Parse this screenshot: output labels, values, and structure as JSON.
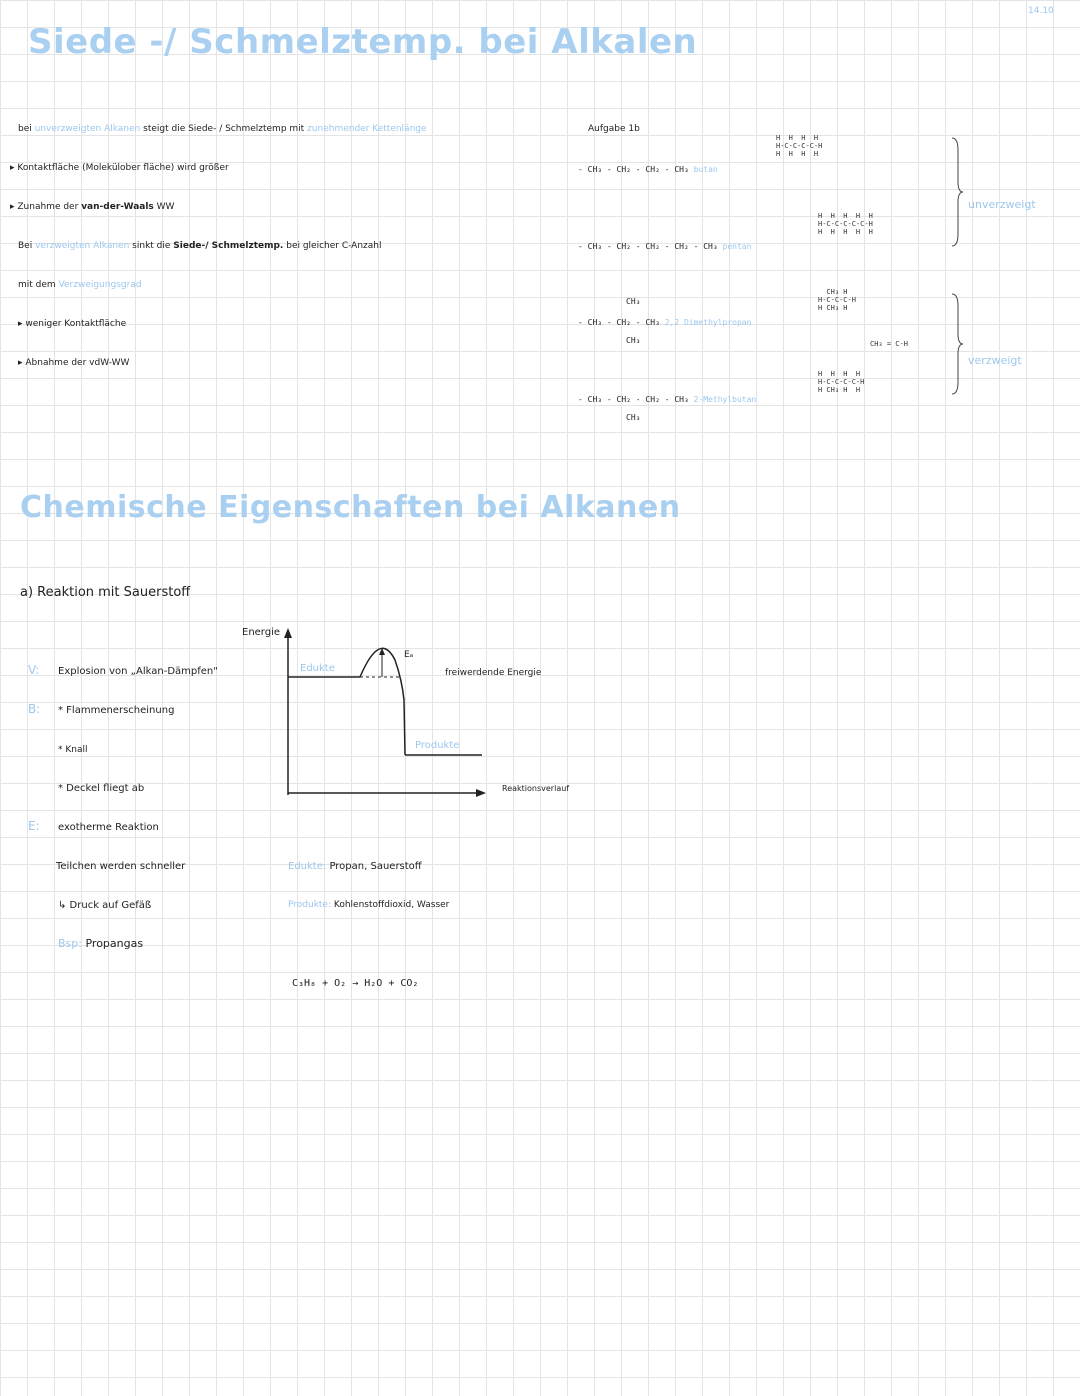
{
  "date": "14.10",
  "section1": {
    "title": "Siede -/ Schmelztemp. bei Alkalen",
    "line1": {
      "bei": "bei",
      "blue1": "unverzweigten Alkanen",
      "mid": "steigt die Siede- / Schmelztemp mit",
      "blue2": "zunehmender Kettenlänge"
    },
    "line2": "Kontaktfläche (Molekülober fläche) wird größer",
    "line3": {
      "pre": "Zunahme der",
      "bold": "van-der-Waals",
      "post": "WW"
    },
    "line4": {
      "pre": "Bei",
      "blue": "verzweigten Alkanen",
      "mid": "sinkt die",
      "bold": "Siede-/ Schmelztemp.",
      "post": "bei gleicher C-Anzahl"
    },
    "line5": {
      "pre": "mit dem",
      "blue": "Verzweigungsgrad"
    },
    "line6": "weniger Kontaktfläche",
    "line7": "Abnahme der vdW-WW"
  },
  "aufgabe": {
    "title": "Aufgabe 1b",
    "f1": "CH₃ - CH₂ - CH₂ - CH₃",
    "n1": "butan",
    "f2": "CH₃ - CH₂ - CH₂ - CH₂ - CH₃",
    "n2": "pentan",
    "f3_top": "CH₃",
    "f3": "CH₃ - CH₂ - CH₃",
    "f3_bot": "CH₃",
    "n3": "2,2 Dimethylpropan",
    "f4": "CH₃ - CH₂ - CH₂ - CH₃",
    "f4_bot": "CH₃",
    "n4": "2-Methylbutan",
    "s1": "H  H  H  H\nH-C-C-C-C-H\nH  H  H  H",
    "s2": "H  H  H  H  H\nH-C-C-C-C-C-H\nH  H  H  H  H",
    "s3": "  CH₃ H\nH-C-C-C-H\nH CH₃ H",
    "s3b": "CH₃ = C-H",
    "s4": "H  H  H  H\nH-C-C-C-C-H\nH CH₃ H  H",
    "label_unverzweigt": "unverzweigt",
    "label_verzweigt": "verzweigt"
  },
  "section2": {
    "title": "Chemische Eigenschaften bei Alkanen",
    "sub": "a) Reaktion mit Sauerstoff",
    "V_label": "V:",
    "V_text": "Explosion von „Alkan-Dämpfen\"",
    "B_label": "B:",
    "B_items": [
      "* Flammenerscheinung",
      "* Knall",
      "* Deckel fliegt ab"
    ],
    "E_label": "E:",
    "E_text": "exotherme Reaktion",
    "e_line2": "Teilchen werden schneller",
    "e_line3": "↳ Druck auf Gefäß",
    "bsp_label": "Bsp:",
    "bsp_text": "Propangas",
    "educte_label": "Edukte:",
    "educte_text": "Propan, Sauerstoff",
    "produkte_label": "Produkte:",
    "produkte_text": "Kohlenstoffdioxid, Wasser",
    "equation": "C₃H₈ + O₂ → H₂O + CO₂"
  },
  "diagram": {
    "ylabel": "Energie",
    "edukte": "Edukte",
    "produkte": "Produkte",
    "ea": "Eₐ",
    "released": "freiwerdende Energie",
    "xlabel": "Reaktionsverlauf"
  }
}
